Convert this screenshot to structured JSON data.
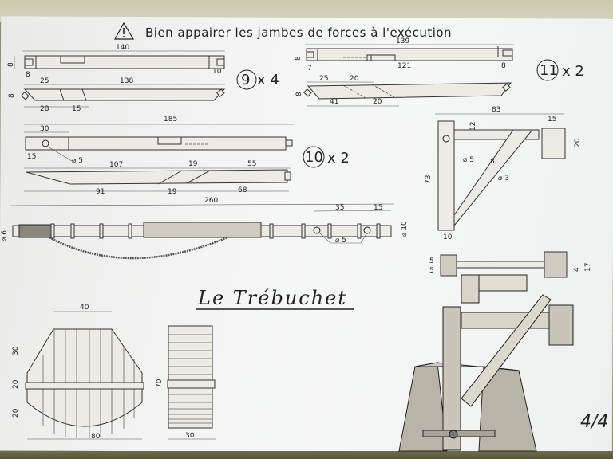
{
  "header": {
    "warning_icon": "warning-triangle-icon",
    "note": "Bien appairer les jambes de forces à l'exécution"
  },
  "title": "Le Trébuchet",
  "page_number": "4/4",
  "parts": [
    {
      "id": "9",
      "quantity": "x 4",
      "dimensions": {
        "length_top": "140",
        "height_top": "8",
        "left_tenon": "8",
        "right_tenon": "10",
        "offset_a": "25",
        "length_bottom": "138",
        "height_bottom": "8",
        "cut_a": "28",
        "cut_b": "15"
      }
    },
    {
      "id": "11",
      "quantity": "x 2",
      "dimensions": {
        "length_top": "139",
        "height_top": "8",
        "left_tenon": "7",
        "inner_length": "121",
        "right_tenon": "8",
        "offset_a": "25",
        "notch_a": "20",
        "height_bottom": "8",
        "cut_a": "41",
        "cut_b": "20"
      }
    },
    {
      "id": "10",
      "quantity": "x 2",
      "dimensions": {
        "length_top": "185",
        "hole_offset": "30",
        "hole_center": "15",
        "hole_diameter": "⌀ 5",
        "top_a": "107",
        "top_b": "19",
        "top_c": "55",
        "bottom_a": "91",
        "bottom_b": "19",
        "bottom_c": "68",
        "total": "260"
      }
    }
  ],
  "arm": {
    "length": "260",
    "spacing_a": "35",
    "spacing_b": "15",
    "hole_diameter": "⌀ 5",
    "end_diameter_left": "⌀ 6",
    "end_diameter_right": "⌀ 10"
  },
  "frame_detail": {
    "width": "83",
    "block_width": "15",
    "offset_top": "12",
    "block_height": "20",
    "height": "73",
    "post_width": "10",
    "pin_diameter": "⌀ 5",
    "brace_width": "8",
    "brace_pin": "⌀ 3"
  },
  "axle_detail": {
    "left_a": "5",
    "left_b": "5",
    "right_a": "4",
    "right_b": "17"
  },
  "counterweight": {
    "front": {
      "top_width": "40",
      "upper_height": "30",
      "band_height": "20",
      "lower_height": "20",
      "width": "80"
    },
    "side": {
      "height": "70",
      "width": "30"
    }
  }
}
